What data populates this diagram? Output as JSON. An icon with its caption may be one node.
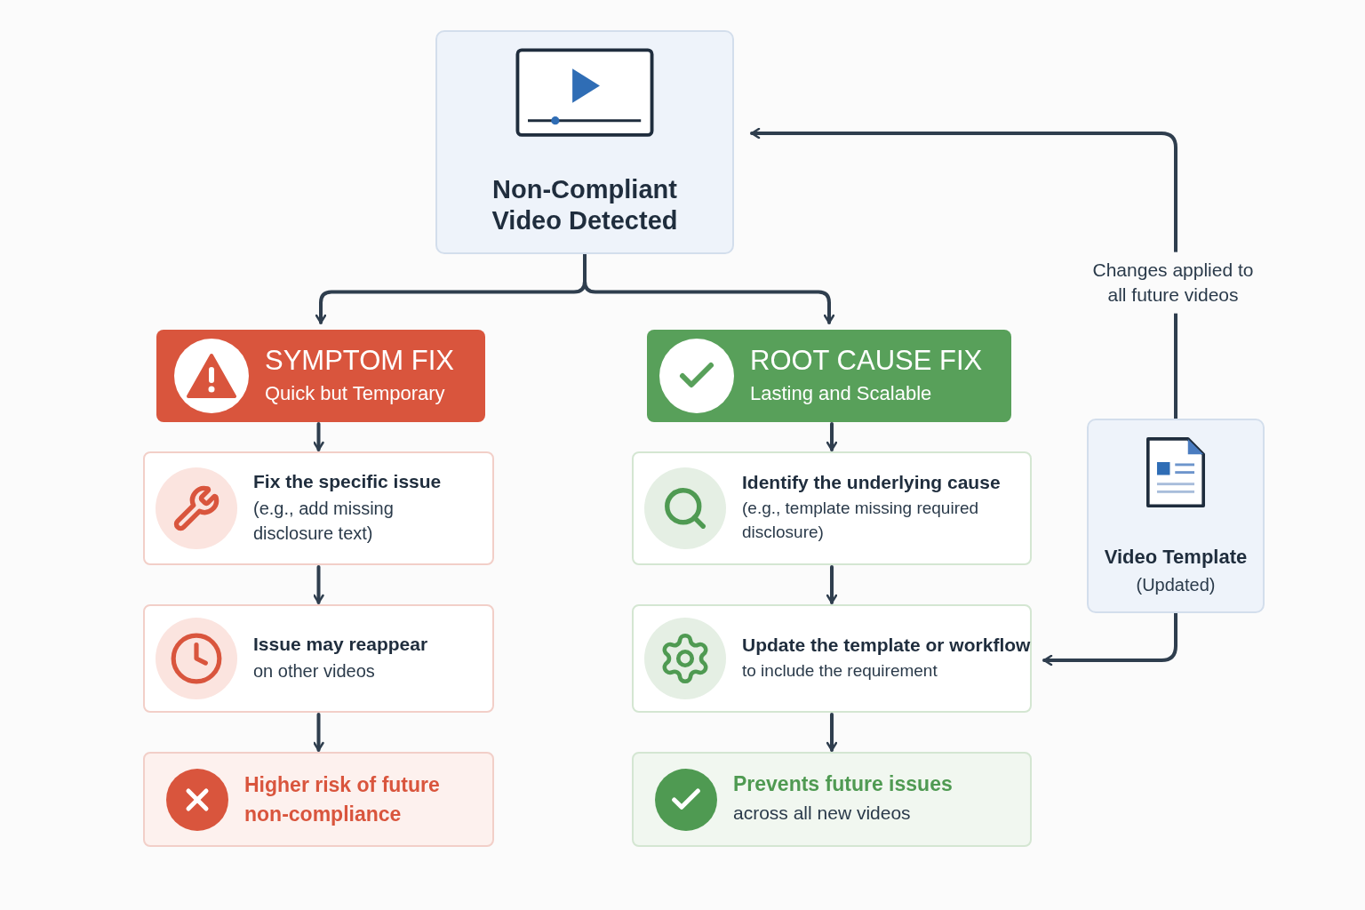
{
  "diagram": {
    "nodes": [
      {
        "text": [
          "Non-Compliant Video Detected"
        ]
      },
      {
        "text": [
          "SYMPTOM FIX",
          "Quick but Temporary"
        ]
      },
      {
        "text": [
          "ROOT CAUSE FIX",
          "Lasting and Scalable"
        ]
      },
      {
        "text": [
          "Fix the specific issue",
          "(e.g., add missing disclosure text)"
        ]
      },
      {
        "text": [
          "Identify the underlying cause",
          "(e.g., template missing required disclosure)"
        ]
      },
      {
        "text": [
          "Video Template",
          "(Updated)"
        ]
      },
      {
        "text": [
          "Issue may reappear",
          "on other videos"
        ]
      },
      {
        "text": [
          "Update the template or workflow",
          "to include the requirement"
        ]
      },
      {
        "text": [
          "Higher risk of future non-compliance"
        ]
      },
      {
        "text": [
          "Prevents future issues",
          "across all new videos"
        ]
      }
    ],
    "edges": [
      {
        "from": 0,
        "to": 1,
        "arrow": "to"
      },
      {
        "from": 0,
        "to": 2,
        "arrow": "to"
      },
      {
        "from": 1,
        "to": 3,
        "arrow": "to"
      },
      {
        "from": 3,
        "to": 6,
        "arrow": "to"
      },
      {
        "from": 6,
        "to": 8,
        "arrow": "to"
      },
      {
        "from": 2,
        "to": 4,
        "arrow": "to"
      },
      {
        "from": 4,
        "to": 7,
        "arrow": "to"
      },
      {
        "from": 7,
        "to": 9,
        "arrow": "to"
      },
      {
        "from": 5,
        "to": 7,
        "arrow": "to"
      },
      {
        "from": 5,
        "to": 0,
        "arrow": "to",
        "label": "Changes applied to all future videos"
      }
    ]
  }
}
